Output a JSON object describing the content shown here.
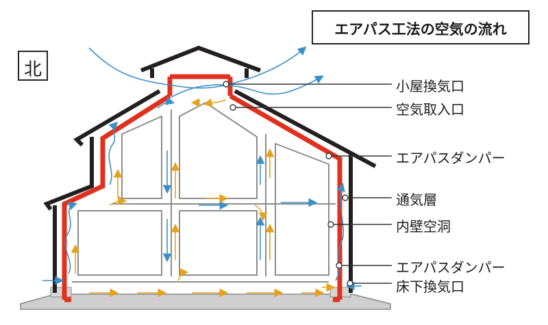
{
  "title": "エアパス工法の空気の流れ",
  "north_label": "北",
  "callouts": [
    "小屋換気口",
    "空気取入口",
    "エアパスダンパー",
    "通気層",
    "内壁空洞",
    "エアパスダンパー",
    "床下換気口"
  ],
  "colors": {
    "outer_wall": "#231f20",
    "air_layer": "#e0301e",
    "inner_wall": "#9a9a9a",
    "outside_air_flow": "#3a8fc8",
    "warm_air_flow": "#e6a21a",
    "foundation": "#cccccc"
  }
}
